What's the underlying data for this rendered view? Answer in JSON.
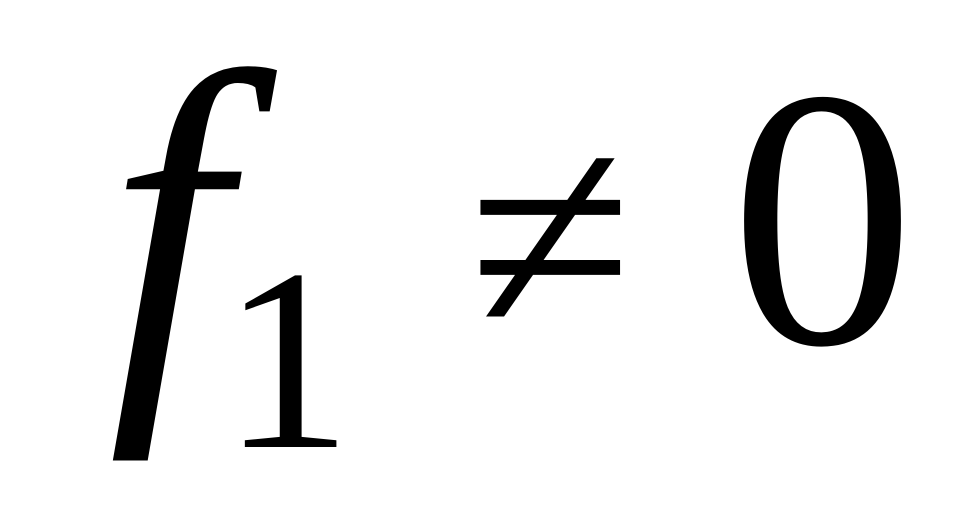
{
  "formula": {
    "variable": "f",
    "subscript": "1",
    "operator": "≠",
    "value": "0"
  }
}
